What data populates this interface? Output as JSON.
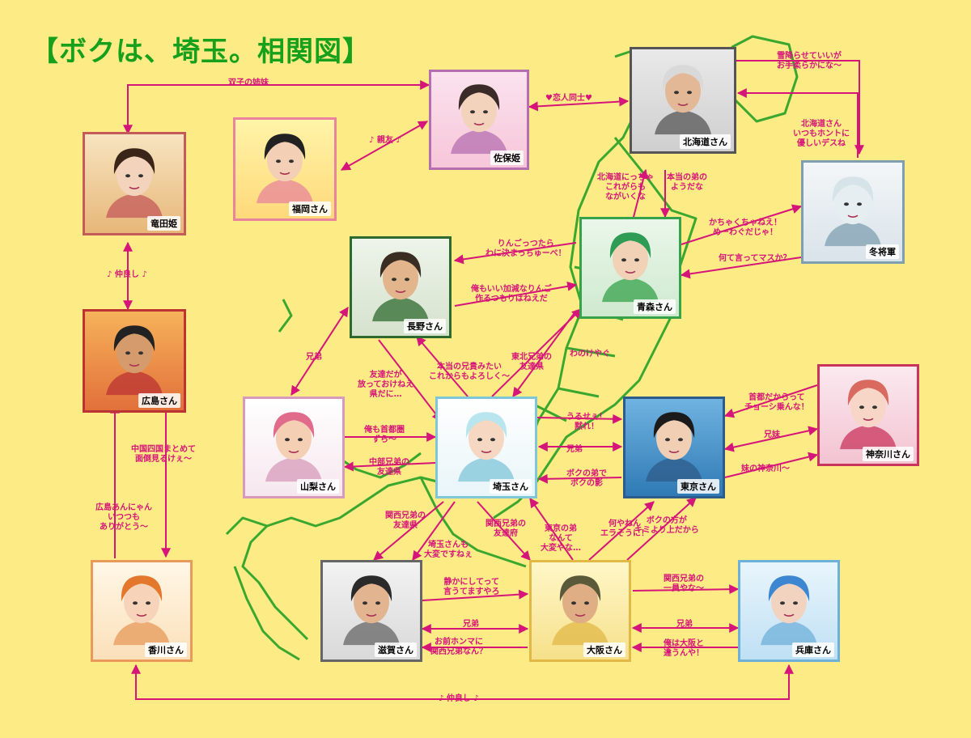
{
  "title": "【ボクは、埼玉。相関図】",
  "colors": {
    "background": "#fdeb85",
    "title": "#17a01c",
    "arrow": "#d6157a",
    "map": "#3aa72f"
  },
  "characters": [
    {
      "id": "saho",
      "name": "佐保姫"
    },
    {
      "id": "hokkaido",
      "name": "北海道さん"
    },
    {
      "id": "fukuoka",
      "name": "福岡さん"
    },
    {
      "id": "tatsuta",
      "name": "竜田姫"
    },
    {
      "id": "fuyu",
      "name": "冬将軍"
    },
    {
      "id": "aomori",
      "name": "青森さん"
    },
    {
      "id": "nagano",
      "name": "長野さん"
    },
    {
      "id": "hiroshima",
      "name": "広島さん"
    },
    {
      "id": "kanagawa",
      "name": "神奈川さん"
    },
    {
      "id": "yamanashi",
      "name": "山梨さん"
    },
    {
      "id": "saitama",
      "name": "埼玉さん"
    },
    {
      "id": "tokyo",
      "name": "東京さん"
    },
    {
      "id": "kagawa",
      "name": "香川さん"
    },
    {
      "id": "shiga",
      "name": "滋賀さん"
    },
    {
      "id": "osaka",
      "name": "大阪さん"
    },
    {
      "id": "hyogo",
      "name": "兵庫さん"
    }
  ],
  "labels": {
    "twins": "双子の姉妹",
    "lovers": "♥恋人同士♥",
    "snow": "雪降らせていいが\nお手柔らかにな〜",
    "hokkaido_kind": "北海道さん\nいつもホントに\n優しいデスね",
    "shinyu": "♪ 親友 ♪",
    "hokkaido_friends": "北海道にっちゃ\nこれがらも\nながいくな",
    "real_brother": "本当の弟の\nようだな",
    "kachakucha": "かちゃくちゃねえ！\nめーわぐだじゃ！",
    "nanite": "何て言ってマスか？",
    "ringo": "りんごっつたら\nわに決まっちゅーべ！",
    "ringo2": "俺もいい加減なりんご\n作るつもりはねえだ",
    "nakayoshi1": "♪ 仲良し ♪",
    "brothers1": "兄弟",
    "tomodachi": "友達だが\n放っておけねえ\n県だに…",
    "real_bro_nagano": "本当の兄貴みたい\nこれからもよろしく〜",
    "tohoku": "東北兄弟の\n友達県",
    "wanokeyagu": "わのけやぐ",
    "urusee": "うるせぇ！\n黙れ！",
    "chosi": "首都だからって\nチョーシ乗んな！",
    "shutoken": "俺も首都圏\nずら〜",
    "chubu": "中部兄弟の\n友達県",
    "kyodai_tokyo": "兄弟",
    "bokunootouto": "ボクの弟で\nボクの影",
    "kyomai": "兄妹",
    "imouto": "妹の神奈川〜",
    "chugoku": "中国四国まとめて\n面倒見るけぇ〜",
    "hiroshima_thanks": "広島あんにゃん\nいつつも\nありがとう〜",
    "kansai_tomodachi": "関西兄弟の\n友達県",
    "taihen": "埼玉さんも\n大変ですねぇ",
    "kansai_tomodachi_fu": "関西兄弟の\n友達府",
    "tokyo_otouto": "東京の弟\nなんて\n大変やな…",
    "naniyanen": "何やねん\nエラそうに！",
    "bokunohou": "ボクの方が\nキミより上だから",
    "shizuka": "静かにしてって\n言うてますやろ",
    "brothers_shiga": "兄弟",
    "omae": "お前ホンマに\n関西兄弟なん？",
    "ichiin": "関西兄弟の\n一員やな〜",
    "brothers_hyogo": "兄弟",
    "chigau": "俺は大阪と\n違うんや！",
    "nakayoshi2": "♪ 仲良し ♪"
  }
}
